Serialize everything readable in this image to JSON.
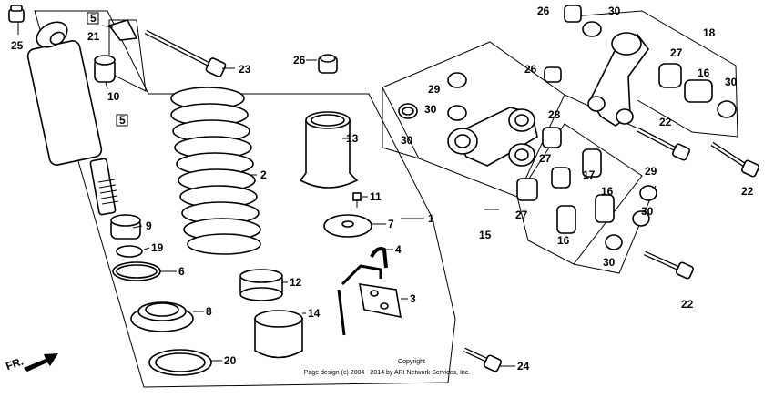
{
  "labels": [
    {
      "id": "25",
      "text": "25"
    },
    {
      "id": "5a",
      "text": "5"
    },
    {
      "id": "21",
      "text": "21"
    },
    {
      "id": "10",
      "text": "10"
    },
    {
      "id": "5b",
      "text": "5"
    },
    {
      "id": "23",
      "text": "23"
    },
    {
      "id": "26a",
      "text": "26"
    },
    {
      "id": "9",
      "text": "9"
    },
    {
      "id": "19",
      "text": "19"
    },
    {
      "id": "6",
      "text": "6"
    },
    {
      "id": "8",
      "text": "8"
    },
    {
      "id": "20",
      "text": "20"
    },
    {
      "id": "2",
      "text": "2"
    },
    {
      "id": "12",
      "text": "12"
    },
    {
      "id": "14",
      "text": "14"
    },
    {
      "id": "13",
      "text": "13"
    },
    {
      "id": "11",
      "text": "11"
    },
    {
      "id": "7",
      "text": "7"
    },
    {
      "id": "1",
      "text": "1"
    },
    {
      "id": "4",
      "text": "4"
    },
    {
      "id": "3",
      "text": "3"
    },
    {
      "id": "24",
      "text": "24"
    },
    {
      "id": "29a",
      "text": "29"
    },
    {
      "id": "30a",
      "text": "30"
    },
    {
      "id": "30b",
      "text": "30"
    },
    {
      "id": "26b",
      "text": "26"
    },
    {
      "id": "28",
      "text": "28"
    },
    {
      "id": "27a",
      "text": "27"
    },
    {
      "id": "27b",
      "text": "27"
    },
    {
      "id": "15",
      "text": "15"
    },
    {
      "id": "17",
      "text": "17"
    },
    {
      "id": "16a",
      "text": "16"
    },
    {
      "id": "16b",
      "text": "16"
    },
    {
      "id": "29b",
      "text": "29"
    },
    {
      "id": "30c",
      "text": "30"
    },
    {
      "id": "30d",
      "text": "30"
    },
    {
      "id": "22a",
      "text": "22"
    },
    {
      "id": "26c",
      "text": "26"
    },
    {
      "id": "30e",
      "text": "30"
    },
    {
      "id": "18",
      "text": "18"
    },
    {
      "id": "27c",
      "text": "27"
    },
    {
      "id": "16c",
      "text": "16"
    },
    {
      "id": "30f",
      "text": "30"
    },
    {
      "id": "22b",
      "text": "22"
    },
    {
      "id": "22c",
      "text": "22"
    }
  ],
  "fr_label": "FR.",
  "copyright_line1": "Copyright",
  "copyright_line2": "Page design (c) 2004 - 2014 by ARI Network Services, Inc."
}
